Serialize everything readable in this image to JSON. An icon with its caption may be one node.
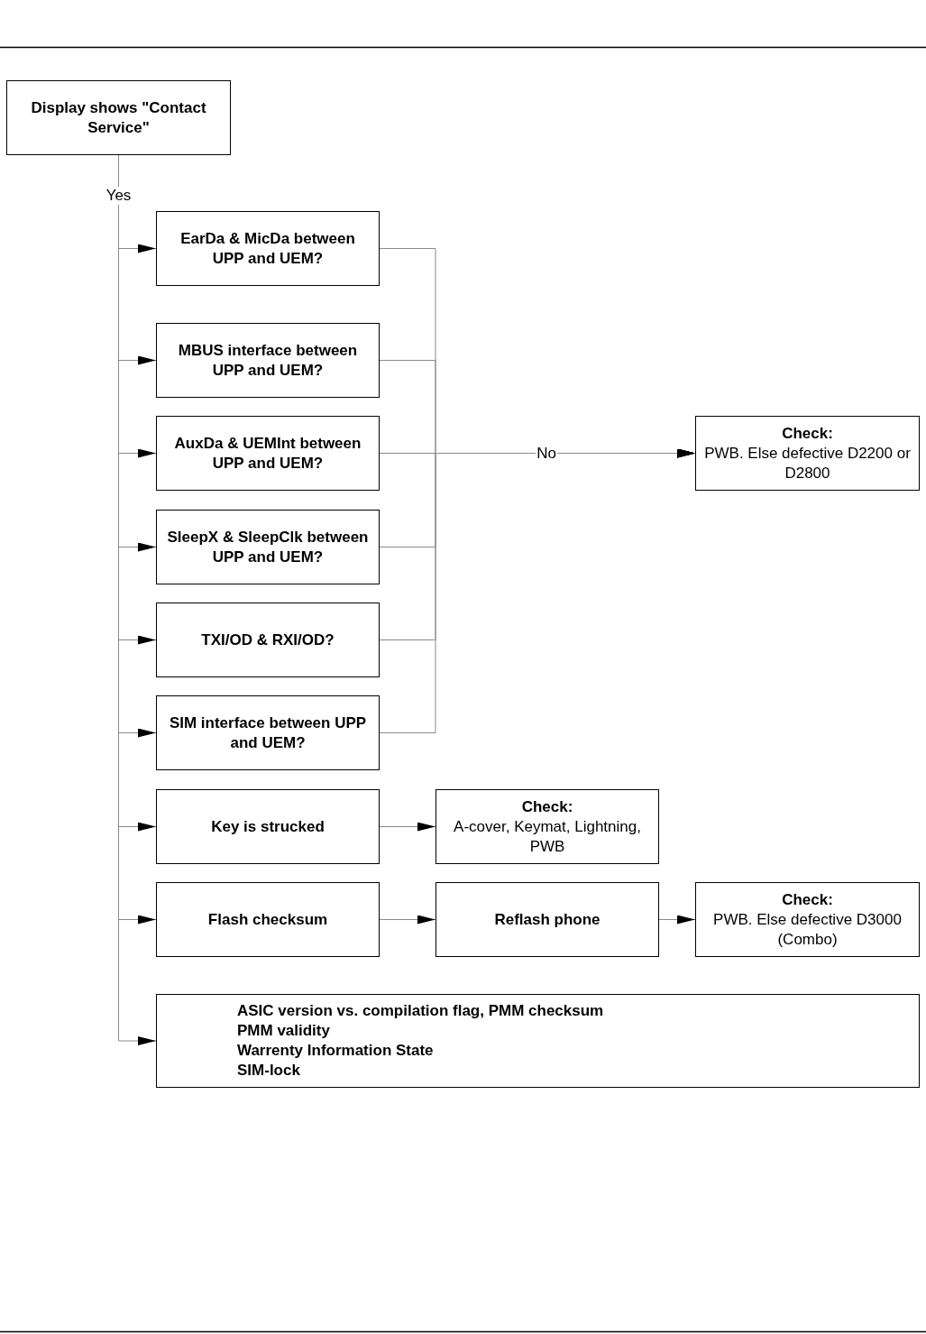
{
  "diagram": {
    "nodes": [
      {
        "text": [
          "Display shows \"Contact Service\""
        ]
      },
      {
        "text": [
          "EarDa & MicDa between UPP and UEM?"
        ]
      },
      {
        "text": [
          "MBUS interface between UPP and UEM?"
        ]
      },
      {
        "text": [
          "AuxDa & UEMInt between UPP and UEM?"
        ]
      },
      {
        "text": [
          "SleepX & SleepClk between UPP and UEM?"
        ]
      },
      {
        "text": [
          "TXI/OD & RXI/OD?"
        ]
      },
      {
        "text": [
          "SIM interface between UPP and UEM?"
        ]
      },
      {
        "text": [
          "Key is strucked"
        ]
      },
      {
        "text": [
          "Flash checksum"
        ]
      },
      {
        "text": [
          "ASIC version vs. compilation flag, PMM checksum",
          "PMM validity",
          "Warrenty Information State",
          "SIM-lock"
        ]
      },
      {
        "text": [
          "Check:",
          "PWB. Else defective D2200 or D2800"
        ]
      },
      {
        "text": [
          "Check:",
          "A-cover, Keymat, Lightning, PWB"
        ]
      },
      {
        "text": [
          "Reflash phone"
        ]
      },
      {
        "text": [
          "Check:",
          "PWB. Else defective D3000 (Combo)"
        ]
      }
    ],
    "edges": [
      {
        "from": 0,
        "to": 1,
        "arrow": "to",
        "label": "Yes"
      },
      {
        "from": 0,
        "to": 2,
        "arrow": "to"
      },
      {
        "from": 0,
        "to": 3,
        "arrow": "to"
      },
      {
        "from": 0,
        "to": 4,
        "arrow": "to"
      },
      {
        "from": 0,
        "to": 5,
        "arrow": "to"
      },
      {
        "from": 0,
        "to": 6,
        "arrow": "to"
      },
      {
        "from": 0,
        "to": 7,
        "arrow": "to"
      },
      {
        "from": 0,
        "to": 8,
        "arrow": "to"
      },
      {
        "from": 0,
        "to": 9,
        "arrow": "to"
      },
      {
        "from": 1,
        "to": 10,
        "arrow": "to"
      },
      {
        "from": 2,
        "to": 10,
        "arrow": "to"
      },
      {
        "from": 3,
        "to": 10,
        "arrow": "to",
        "label": "No"
      },
      {
        "from": 4,
        "to": 10,
        "arrow": "to"
      },
      {
        "from": 5,
        "to": 10,
        "arrow": "to"
      },
      {
        "from": 6,
        "to": 10,
        "arrow": "to"
      },
      {
        "from": 7,
        "to": 11,
        "arrow": "to"
      },
      {
        "from": 8,
        "to": 12,
        "arrow": "to"
      },
      {
        "from": 12,
        "to": 13,
        "arrow": "to"
      }
    ]
  }
}
